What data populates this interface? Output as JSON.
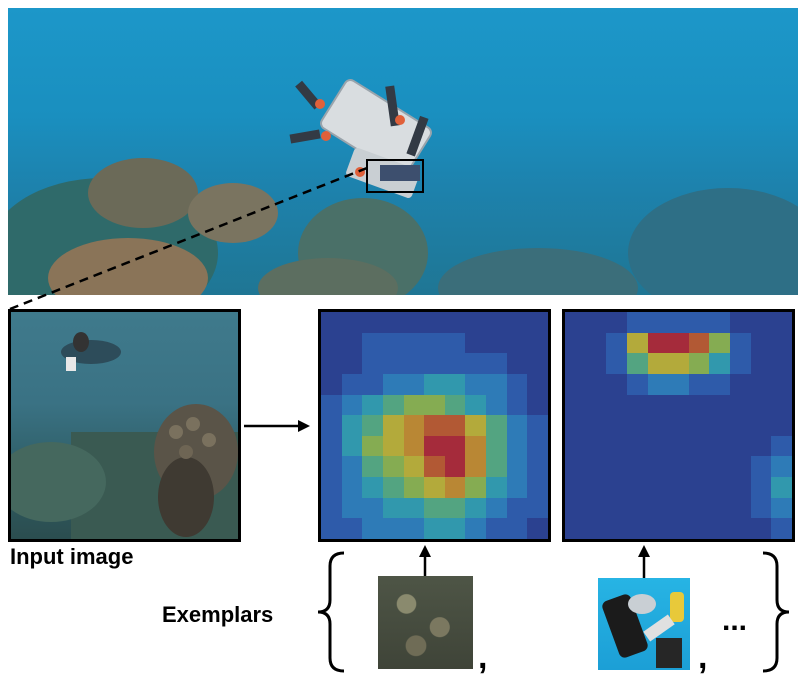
{
  "labels": {
    "input_image": "Input image",
    "exemplars": "Exemplars",
    "comma": ",",
    "ellipsis": "..."
  },
  "colors": {
    "border": "#000000",
    "water": "#1a8fbf",
    "heat_high": "#d4202a",
    "heat_mid": "#f0c020",
    "heat_low": "#2b3fa0"
  },
  "heatmap_1": {
    "description_free": true,
    "cells": [
      [
        0,
        0,
        0,
        0,
        0,
        0,
        0,
        0,
        0,
        0,
        0
      ],
      [
        0,
        0,
        1,
        1,
        1,
        1,
        1,
        0,
        0,
        0,
        0
      ],
      [
        0,
        0,
        1,
        1,
        1,
        1,
        1,
        1,
        1,
        0,
        0
      ],
      [
        0,
        1,
        1,
        2,
        2,
        3,
        3,
        2,
        2,
        1,
        0
      ],
      [
        1,
        2,
        3,
        4,
        5,
        5,
        4,
        3,
        2,
        1,
        0
      ],
      [
        1,
        3,
        4,
        6,
        7,
        8,
        8,
        6,
        4,
        2,
        1
      ],
      [
        1,
        3,
        5,
        6,
        7,
        9,
        9,
        7,
        4,
        2,
        1
      ],
      [
        1,
        2,
        4,
        5,
        6,
        8,
        9,
        7,
        4,
        2,
        1
      ],
      [
        1,
        2,
        3,
        4,
        5,
        6,
        7,
        5,
        3,
        2,
        1
      ],
      [
        1,
        2,
        2,
        3,
        3,
        4,
        4,
        3,
        2,
        1,
        1
      ],
      [
        1,
        1,
        2,
        2,
        2,
        3,
        3,
        2,
        1,
        1,
        0
      ]
    ]
  },
  "heatmap_2": {
    "cells": [
      [
        0,
        0,
        0,
        1,
        1,
        1,
        1,
        1,
        0,
        0,
        0
      ],
      [
        0,
        0,
        1,
        6,
        9,
        9,
        8,
        5,
        1,
        0,
        0
      ],
      [
        0,
        0,
        1,
        4,
        6,
        6,
        5,
        3,
        1,
        0,
        0
      ],
      [
        0,
        0,
        0,
        1,
        2,
        2,
        1,
        1,
        0,
        0,
        0
      ],
      [
        0,
        0,
        0,
        0,
        0,
        0,
        0,
        0,
        0,
        0,
        0
      ],
      [
        0,
        0,
        0,
        0,
        0,
        0,
        0,
        0,
        0,
        0,
        0
      ],
      [
        0,
        0,
        0,
        0,
        0,
        0,
        0,
        0,
        0,
        0,
        1
      ],
      [
        0,
        0,
        0,
        0,
        0,
        0,
        0,
        0,
        0,
        1,
        2
      ],
      [
        0,
        0,
        0,
        0,
        0,
        0,
        0,
        0,
        0,
        1,
        3
      ],
      [
        0,
        0,
        0,
        0,
        0,
        0,
        0,
        0,
        0,
        1,
        2
      ],
      [
        0,
        0,
        0,
        0,
        0,
        0,
        0,
        0,
        0,
        0,
        1
      ]
    ]
  }
}
